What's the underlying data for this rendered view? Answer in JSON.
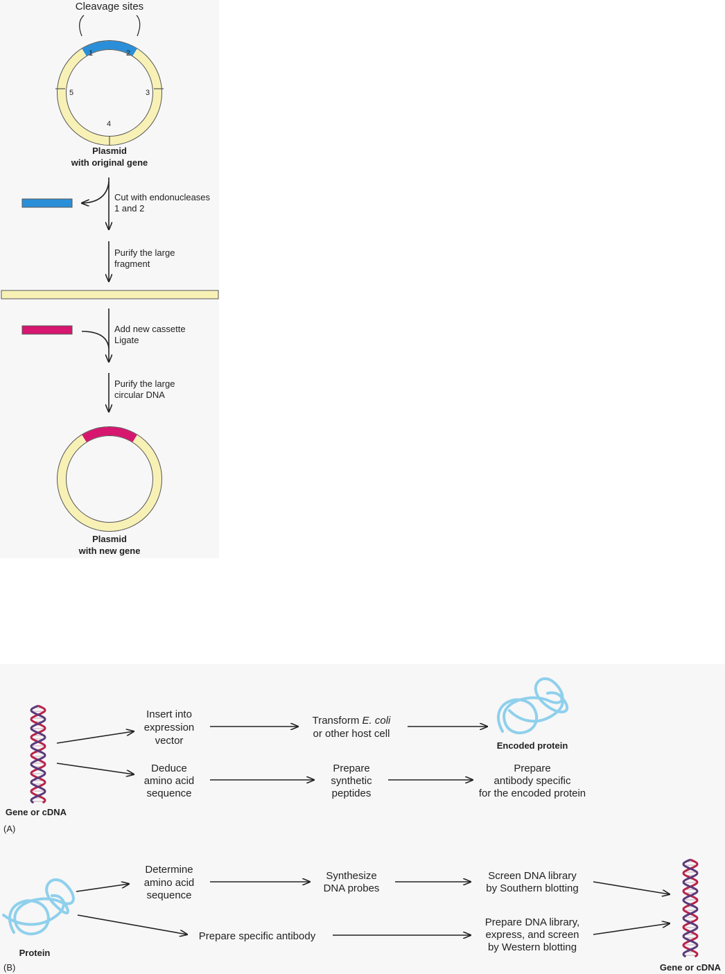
{
  "panel_a": {
    "cleavage_title": "Cleavage sites",
    "site_numbers": [
      "1",
      "2",
      "3",
      "4",
      "5"
    ],
    "plasmid_original": [
      "Plasmid",
      "with original gene"
    ],
    "step_cut": [
      "Cut with endonucleases",
      "1 and 2"
    ],
    "step_purify_fragment": [
      "Purify the large",
      "fragment"
    ],
    "step_add": [
      "Add new cassette",
      "Ligate"
    ],
    "step_purify_circular": [
      "Purify the large",
      "circular DNA"
    ],
    "plasmid_new": [
      "Plasmid",
      "with new gene"
    ]
  },
  "panel_b": {
    "flow_a": {
      "start_label": "Gene or cDNA",
      "insert": [
        "Insert into",
        "expression",
        "vector"
      ],
      "transform_prefix": "Transform ",
      "transform_italic": "E. coli",
      "transform_line2": "or other host cell",
      "encoded_protein": "Encoded protein",
      "deduce": [
        "Deduce",
        "amino acid",
        "sequence"
      ],
      "prepare_peptides": [
        "Prepare",
        "synthetic",
        "peptides"
      ],
      "prepare_antibody": [
        "Prepare",
        "antibody specific",
        "for the encoded protein"
      ],
      "tag": "(A)"
    },
    "flow_b": {
      "start_label": "Protein",
      "determine": [
        "Determine",
        "amino acid",
        "sequence"
      ],
      "synthesize": [
        "Synthesize",
        "DNA probes"
      ],
      "screen": [
        "Screen DNA library",
        "by Southern blotting"
      ],
      "prepare_antibody": "Prepare specific antibody",
      "prepare_library": [
        "Prepare DNA library,",
        "express, and screen",
        "by Western blotting"
      ],
      "end_label": "Gene or cDNA",
      "tag": "(B)"
    }
  },
  "colors": {
    "plasmid_fill": "#f8f1b6",
    "plasmid_outline": "#555555",
    "original_gene": "#2a8fd8",
    "new_gene": "#d6166f",
    "protein": "#8fd0ec",
    "dna_strand_red": "#b8234a",
    "dna_strand_purple": "#5a3a7a",
    "background_panel": "#f7f7f7"
  }
}
